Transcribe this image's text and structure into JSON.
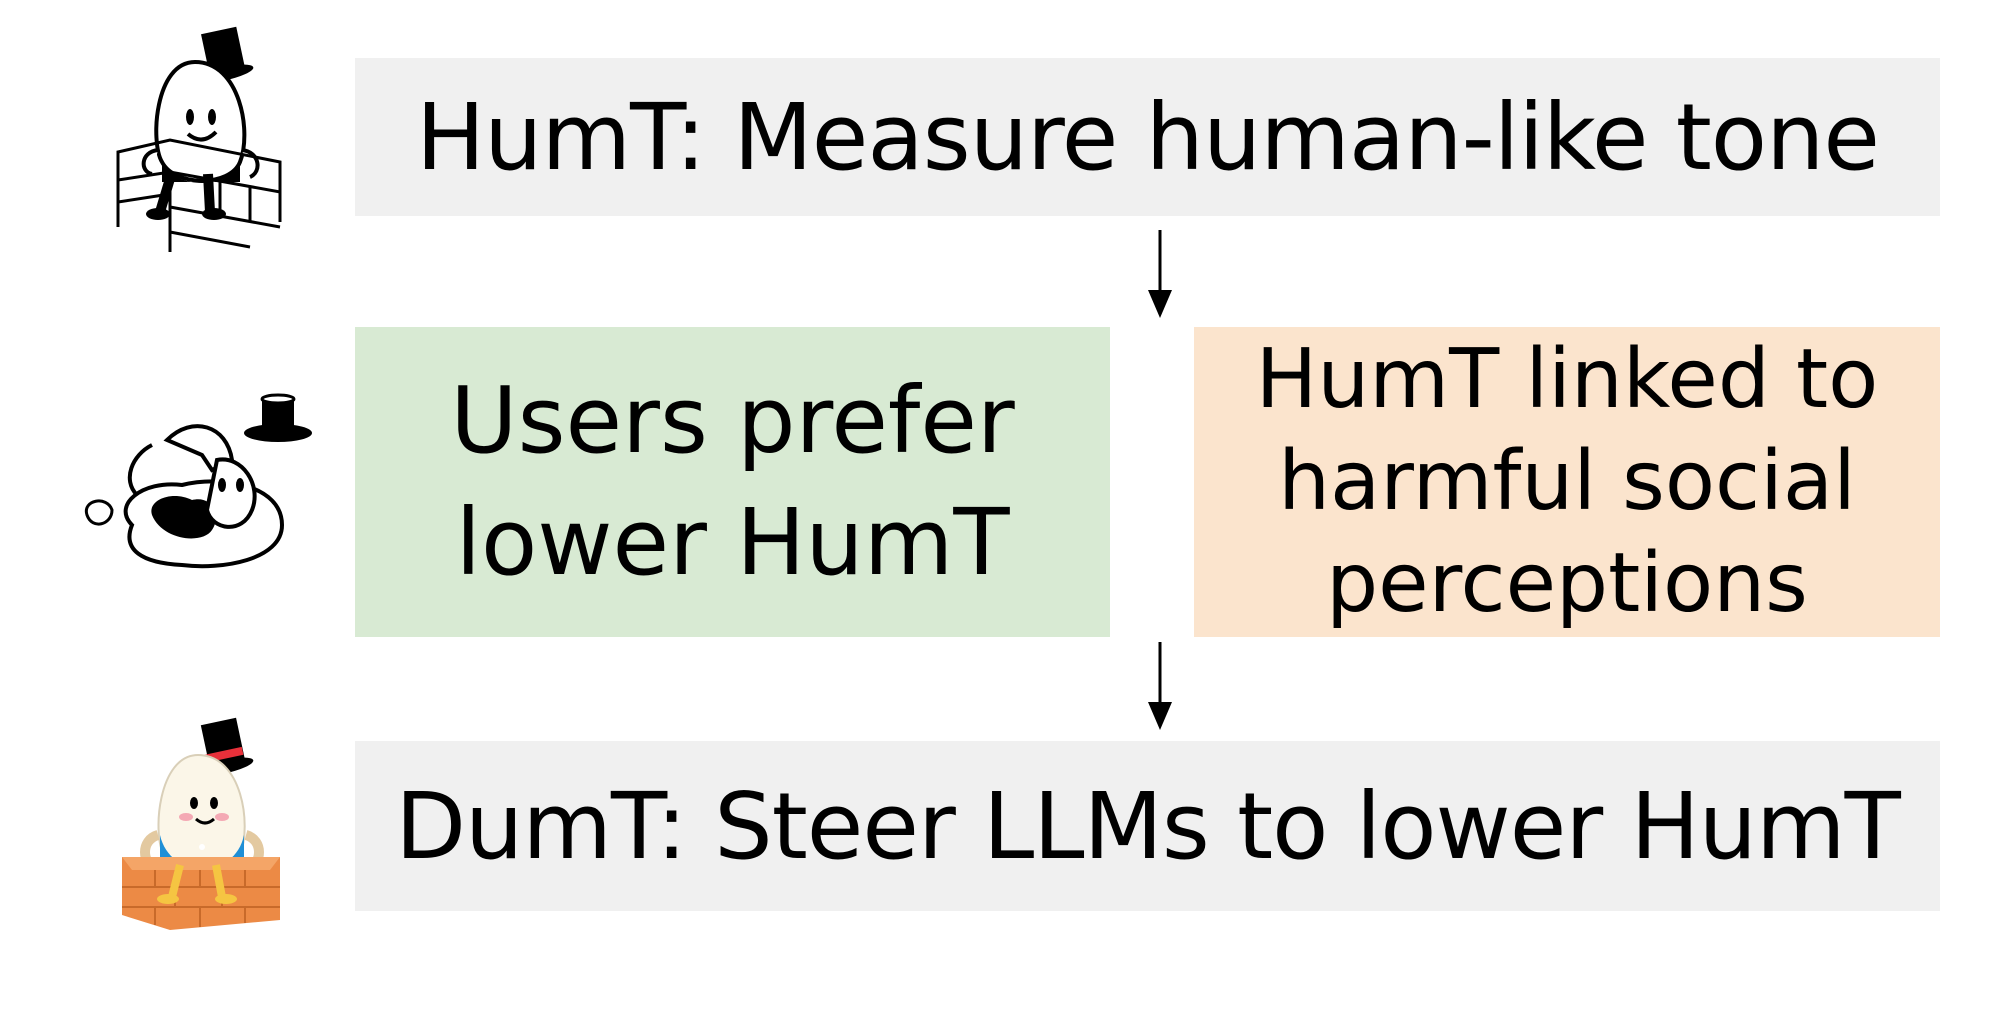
{
  "colors": {
    "gray": "#f0f0f0",
    "green": "#d8ead3",
    "orange": "#fbe4cd",
    "brick": "#ec8a45",
    "jacket": "#1f8fd6",
    "hat_band": "#e8303a"
  },
  "boxes": {
    "top": {
      "text": "HumT: Measure human-like tone"
    },
    "left": {
      "line1": "Users prefer",
      "line2": "lower HumT"
    },
    "right": {
      "line1": "HumT linked to",
      "line2": "harmful social",
      "line3": "perceptions"
    },
    "bottom": {
      "text": "DumT: Steer LLMs to lower HumT"
    }
  },
  "icons": {
    "top": "humpty-dumpty-sitting-icon",
    "middle": "broken-egg-icon",
    "bottom": "humpty-dumpty-color-icon"
  }
}
